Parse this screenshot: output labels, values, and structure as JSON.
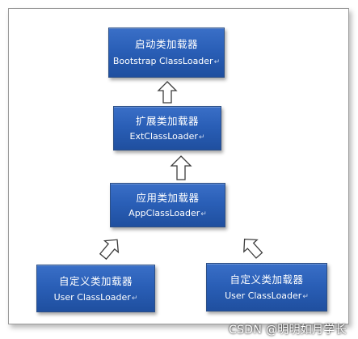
{
  "diagram": {
    "boxes": [
      {
        "zh": "启动类加载器",
        "en": "Bootstrap ClassLoader"
      },
      {
        "zh": "扩展类加载器",
        "en": "ExtClassLoader"
      },
      {
        "zh": "应用类加载器",
        "en": "AppClassLoader"
      },
      {
        "zh": "自定义类加载器",
        "en": "User ClassLoader"
      },
      {
        "zh": "自定义类加载器",
        "en": "User ClassLoader"
      }
    ],
    "paragraph_mark": "↵",
    "colors": {
      "box_fill": "#2a5fb7",
      "box_border": "#2c4f86",
      "arrow_stroke": "#3c3c3c"
    }
  },
  "watermark": "CSDN @明明如月学长"
}
